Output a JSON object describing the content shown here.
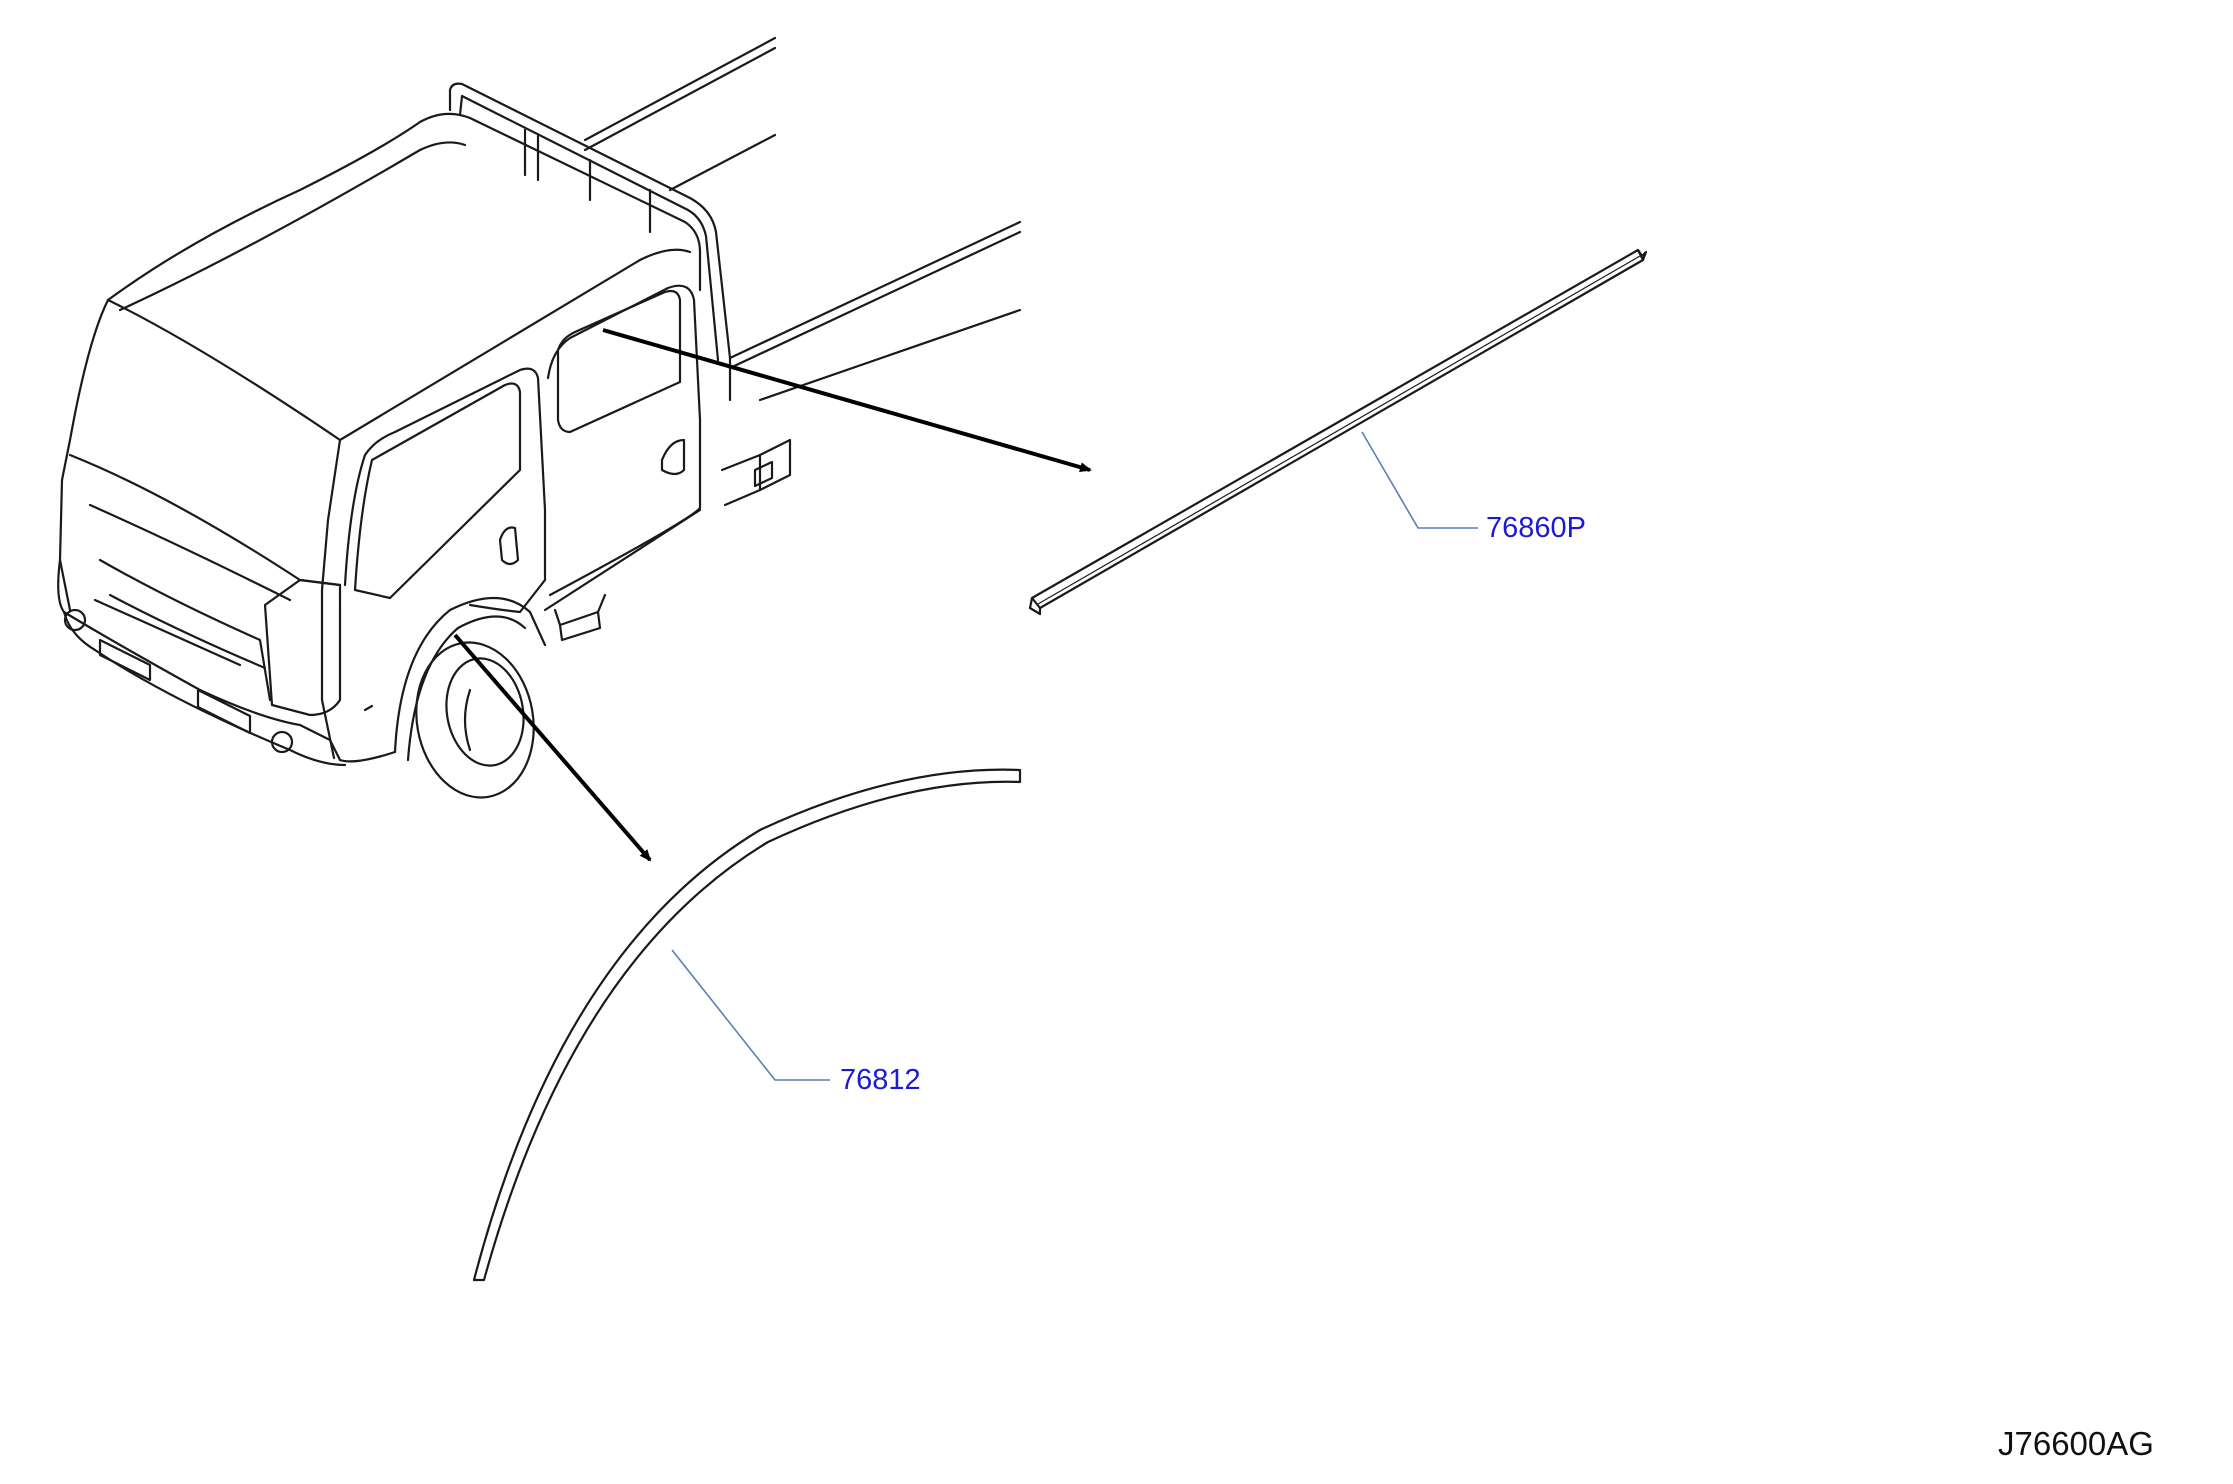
{
  "parts": [
    {
      "id": "76860P",
      "label": "76860P",
      "description_visible": false
    },
    {
      "id": "76812",
      "label": "76812",
      "description_visible": false
    }
  ],
  "diagram_code": "J76600AG",
  "colors": {
    "background": "#ffffff",
    "line_art": "#1a1a1a",
    "leader_line": "#5a7fb5",
    "part_label": "#1a1ad6",
    "arrow": "#000000"
  }
}
